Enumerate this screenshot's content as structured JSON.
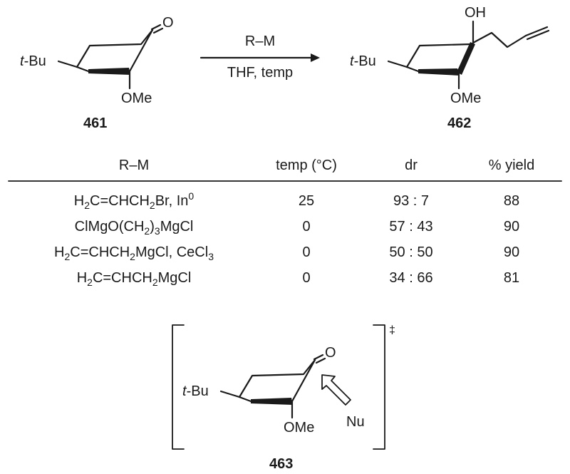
{
  "scheme": {
    "start": {
      "compound_number": "461",
      "tbu_prefix": "t",
      "tbu_suffix": "-Bu",
      "oxygen": "O",
      "ome": "OMe"
    },
    "arrow": {
      "reagent": "R–M",
      "conditions": "THF, temp"
    },
    "product": {
      "compound_number": "462",
      "tbu_prefix": "t",
      "tbu_suffix": "-Bu",
      "oh": "OH",
      "ome": "OMe"
    }
  },
  "table": {
    "headers": [
      "R–M",
      "temp (°C)",
      "dr",
      "% yield"
    ],
    "rows": [
      {
        "rm": [
          {
            "t": "H"
          },
          {
            "t": "2",
            "sub": true
          },
          {
            "t": "C=CHCH"
          },
          {
            "t": "2",
            "sub": true
          },
          {
            "t": "Br, In"
          },
          {
            "t": "0",
            "sup": true
          }
        ],
        "temp": "25",
        "dr": "93 : 7",
        "yield": "88"
      },
      {
        "rm": [
          {
            "t": "ClMgO(CH"
          },
          {
            "t": "2",
            "sub": true
          },
          {
            "t": ")"
          },
          {
            "t": "3",
            "sub": true
          },
          {
            "t": "MgCl"
          }
        ],
        "temp": "0",
        "dr": "57 : 43",
        "yield": "90"
      },
      {
        "rm": [
          {
            "t": "H"
          },
          {
            "t": "2",
            "sub": true
          },
          {
            "t": "C=CHCH"
          },
          {
            "t": "2",
            "sub": true
          },
          {
            "t": "MgCl, CeCl"
          },
          {
            "t": "3",
            "sub": true
          }
        ],
        "temp": "0",
        "dr": "50 : 50",
        "yield": "90"
      },
      {
        "rm": [
          {
            "t": "H"
          },
          {
            "t": "2",
            "sub": true
          },
          {
            "t": "C=CHCH"
          },
          {
            "t": "2",
            "sub": true
          },
          {
            "t": "MgCl"
          }
        ],
        "temp": "0",
        "dr": "34 : 66",
        "yield": "81"
      }
    ]
  },
  "transition_state": {
    "compound_number": "463",
    "dagger": "‡",
    "tbu_prefix": "t",
    "tbu_suffix": "-Bu",
    "oxygen": "O",
    "ome": "OMe",
    "nucleophile": "Nu"
  }
}
